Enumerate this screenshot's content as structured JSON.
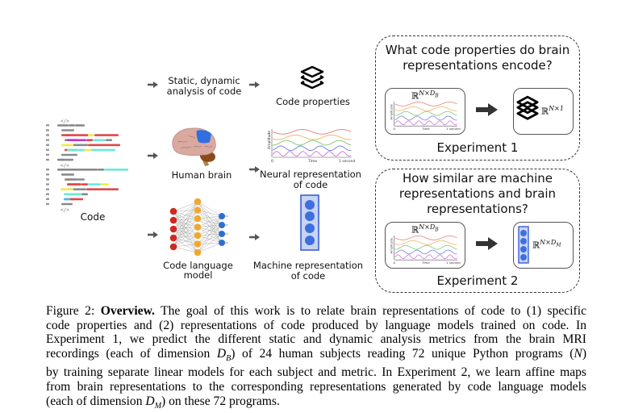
{
  "figure": {
    "code_block": {
      "tag_open": "</>",
      "label": "Code"
    },
    "pipeline": {
      "analysis_label": "Static, dynamic analysis of code",
      "analysis_lines": [
        "Static, dynamic",
        "analysis of code"
      ],
      "code_properties_label": "Code properties",
      "human_brain_label": "Human brain",
      "neural_rep_lines": [
        "Neural representation",
        "of code"
      ],
      "code_lm_lines": [
        "Code language",
        "model"
      ],
      "machine_rep_lines": [
        "Machine representation",
        "of code"
      ],
      "waveform_axis": {
        "ylabel": "Amplitude",
        "xlabel": "Time",
        "x_start": "0",
        "x_end": "1 second"
      },
      "waveform_colors": [
        "#e87a7a",
        "#f0b060",
        "#7cc46a",
        "#6f7de0",
        "#d070d8"
      ],
      "nn_colors": {
        "input": "#cc2a22",
        "hidden": "#f0a830",
        "output": "#2f6fd0"
      },
      "brain_colors": {
        "cortex": "#d9a9a0",
        "highlight": "#2f6fe0",
        "cerebellum": "#8b4a1e",
        "stem": "#b08850"
      }
    },
    "experiment1": {
      "question_lines": [
        "What code properties do brain",
        "representations encode?"
      ],
      "left_math": "ℝ",
      "left_sup": "N×D",
      "left_sub": "B",
      "right_math": "ℝ",
      "right_sup": "N×1",
      "label": "Experiment 1"
    },
    "experiment2": {
      "question_lines": [
        "How similar are machine",
        "representations and brain",
        "representations?"
      ],
      "left_math": "ℝ",
      "left_sup": "N×D",
      "left_sub": "B",
      "right_math": "ℝ",
      "right_sup": "N×D",
      "right_sub": "M",
      "label": "Experiment 2"
    },
    "code_line_colors": {
      "gray": "#8a8a8a",
      "red": "#e04848",
      "yellow": "#f2ea4a",
      "cyan": "#6ee8d8",
      "magenta": "#c830d8",
      "purple": "#7a4ab0",
      "blue": "#4ab8e8"
    }
  },
  "caption": {
    "prefix": "Figure 2:",
    "bold": "Overview.",
    "lines": [
      "The goal of this work is to relate brain representations of code to (1) specific",
      "code properties and (2) representations of code produced by language models trained on code. In",
      "Experiment 1, we predict the different static and dynamic analysis metrics from the brain MRI",
      "recordings (each of dimension ",
      ") of 24 human subjects reading 72 unique Python programs (",
      ")",
      "by training separate linear models for each subject and metric. In Experiment 2, we learn affine maps",
      "from brain representations to the corresponding representations generated by code language models",
      "(each of dimension ",
      ") on these 72 programs."
    ],
    "math": {
      "DB": "D",
      "DB_sub": "B",
      "N": "N",
      "DM": "D",
      "DM_sub": "M"
    }
  }
}
